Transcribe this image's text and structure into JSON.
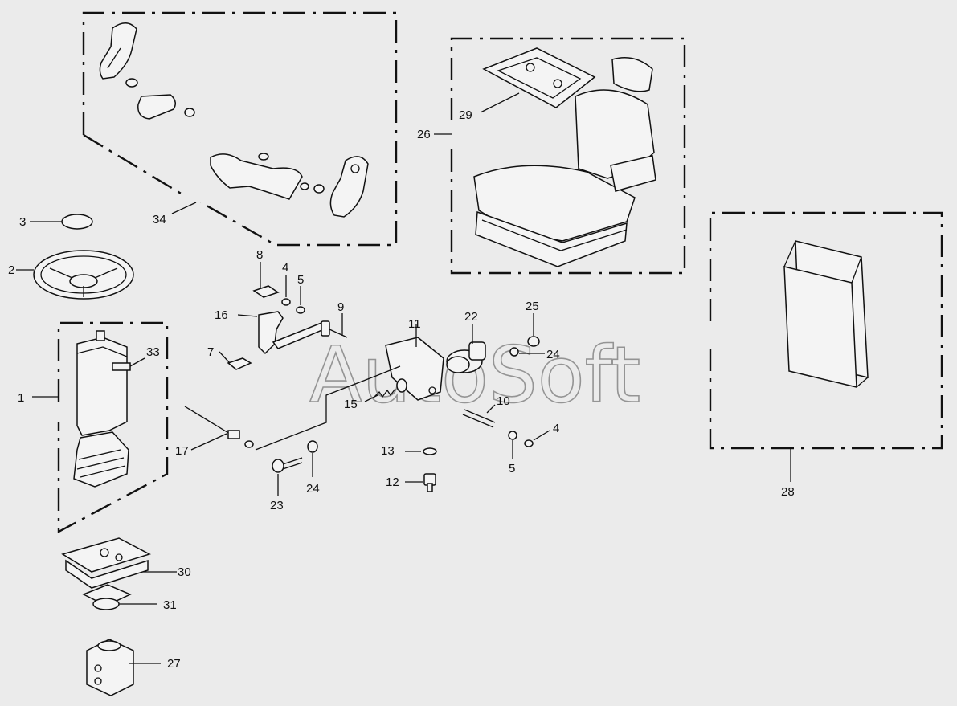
{
  "watermark": "AutoSoft",
  "callouts": [
    {
      "id": "c1",
      "label": "1"
    },
    {
      "id": "c2",
      "label": "2"
    },
    {
      "id": "c3",
      "label": "3"
    },
    {
      "id": "c4a",
      "label": "4"
    },
    {
      "id": "c4b",
      "label": "4"
    },
    {
      "id": "c5a",
      "label": "5"
    },
    {
      "id": "c5b",
      "label": "5"
    },
    {
      "id": "c7",
      "label": "7"
    },
    {
      "id": "c8",
      "label": "8"
    },
    {
      "id": "c9",
      "label": "9"
    },
    {
      "id": "c10",
      "label": "10"
    },
    {
      "id": "c11",
      "label": "11"
    },
    {
      "id": "c12",
      "label": "12"
    },
    {
      "id": "c13",
      "label": "13"
    },
    {
      "id": "c15",
      "label": "15"
    },
    {
      "id": "c16",
      "label": "16"
    },
    {
      "id": "c17",
      "label": "17"
    },
    {
      "id": "c22",
      "label": "22"
    },
    {
      "id": "c23",
      "label": "23"
    },
    {
      "id": "c24a",
      "label": "24"
    },
    {
      "id": "c24b",
      "label": "24"
    },
    {
      "id": "c25",
      "label": "25"
    },
    {
      "id": "c26",
      "label": "26"
    },
    {
      "id": "c27",
      "label": "27"
    },
    {
      "id": "c28",
      "label": "28"
    },
    {
      "id": "c29",
      "label": "29"
    },
    {
      "id": "c30",
      "label": "30"
    },
    {
      "id": "c31",
      "label": "31"
    },
    {
      "id": "c33",
      "label": "33"
    },
    {
      "id": "c34",
      "label": "34"
    }
  ]
}
